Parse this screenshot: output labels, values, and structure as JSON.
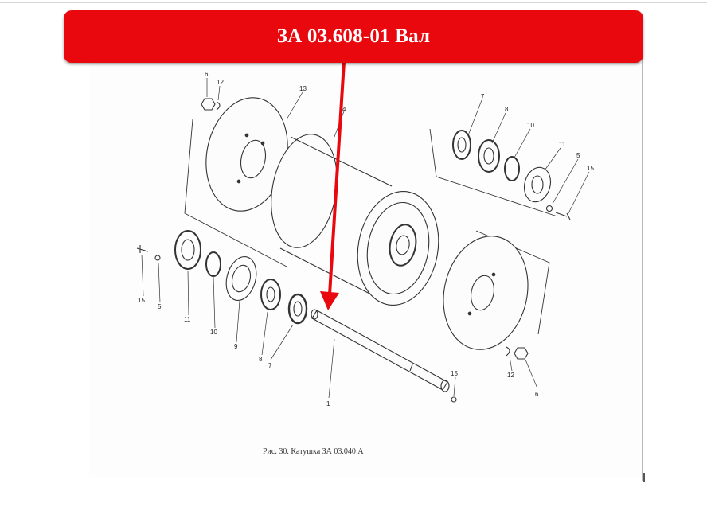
{
  "banner": {
    "title": "ЗА 03.608-01 Вал",
    "color": "#e8080e"
  },
  "figure": {
    "caption": "Рис. 30. Катушка ЗА 03.040 А",
    "callouts": [
      {
        "id": "label-6-top",
        "text": "6"
      },
      {
        "id": "label-12-top",
        "text": "12"
      },
      {
        "id": "label-13",
        "text": "13"
      },
      {
        "id": "label-4",
        "text": "4"
      },
      {
        "id": "label-7-right",
        "text": "7"
      },
      {
        "id": "label-8-right",
        "text": "8"
      },
      {
        "id": "label-10-right",
        "text": "10"
      },
      {
        "id": "label-11-right",
        "text": "11"
      },
      {
        "id": "label-5-right",
        "text": "5"
      },
      {
        "id": "label-15-right",
        "text": "15"
      },
      {
        "id": "label-15-left",
        "text": "15"
      },
      {
        "id": "label-5-left",
        "text": "5"
      },
      {
        "id": "label-11-left",
        "text": "11"
      },
      {
        "id": "label-10-left",
        "text": "10"
      },
      {
        "id": "label-9",
        "text": "9"
      },
      {
        "id": "label-8-left",
        "text": "8"
      },
      {
        "id": "label-7-left",
        "text": "7"
      },
      {
        "id": "label-1",
        "text": "1"
      },
      {
        "id": "label-15-shaft",
        "text": "15"
      },
      {
        "id": "label-12-bottom",
        "text": "12"
      },
      {
        "id": "label-6-bottom",
        "text": "6"
      }
    ]
  },
  "arrow": {
    "color": "#e8080e"
  }
}
